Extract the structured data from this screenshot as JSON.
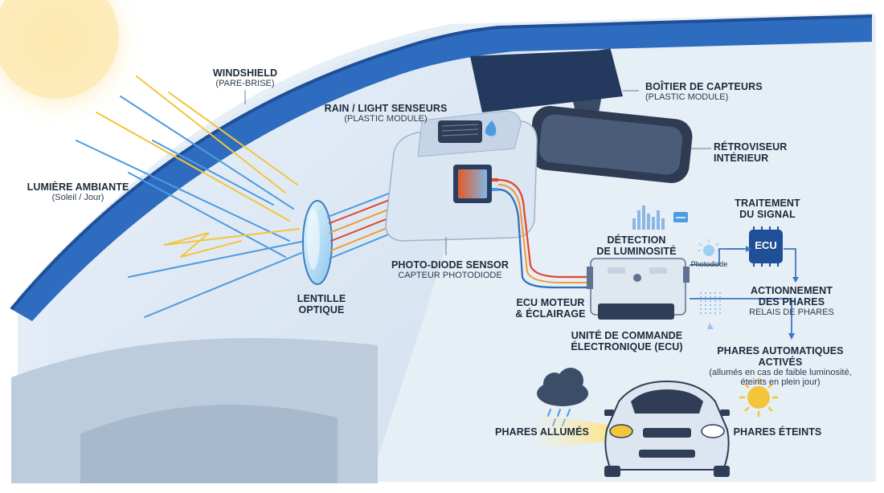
{
  "labels": {
    "windshield": {
      "title": "WINDSHIELD",
      "sub": "(PARE-BRISE)"
    },
    "ambient_light": {
      "title": "LUMIÈRE AMBIANTE",
      "sub": "(Soleil / Jour)"
    },
    "rain_light": {
      "title": "RAIN / LIGHT SENSEURS",
      "sub": "(PLASTIC MODULE)"
    },
    "sensor_housing": {
      "title": "BOÎTIER DE CAPTEURS",
      "sub": "(PLASTIC MODULE)"
    },
    "mirror": {
      "title_1": "RÉTROVISEUR",
      "title_2": "INTÉRIEUR"
    },
    "lens": {
      "title_1": "LENTILLE",
      "title_2": "OPTIQUE"
    },
    "photodiode": {
      "title": "PHOTO-DIODE SENSOR",
      "sub": "CAPTEUR PHOTODIODE"
    },
    "detection": {
      "title_1": "DÉTECTION",
      "title_2": "DE LUMINOSITÉ"
    },
    "signal": {
      "title_1": "TRAITEMENT",
      "title_2": "DU SIGNAL"
    },
    "ecu_chip": "ECU",
    "photodiode_small": "Photodiode",
    "actuation": {
      "title_1": "ACTIONNEMENT",
      "title_2": "DES PHARES",
      "sub": "RELAIS DE PHARES"
    },
    "ecu_motor": {
      "title_1": "ECU MOTEUR",
      "title_2": "& ÉCLAIRAGE"
    },
    "control_unit": {
      "title_1": "UNITÉ DE COMMANDE",
      "title_2": "ÉLECTRONIQUE (ECU)"
    },
    "auto_headlights": {
      "title": "PHARES AUTOMATIQUES ACTIVÉS",
      "sub_1": "(allumés en cas de faible luminosité,",
      "sub_2": "éteints en plein jour)"
    },
    "headlights_on": "PHARES ALLUMÉS",
    "headlights_off": "PHARES ÉTEINTS"
  },
  "icons": [
    "sun-icon",
    "rain-cloud-icon",
    "car-front-icon",
    "ecu-chip-icon",
    "photodiode-icon",
    "small-sun-icon",
    "signal-bars-icon"
  ],
  "colors": {
    "windshield_frame": "#2e6cc0",
    "light_ray_yellow": "#f3c53a",
    "light_ray_blue": "#4d9be0",
    "beam_red": "#e0452b",
    "beam_orange": "#f09a32",
    "sky": "#e8f0f8",
    "label_text": "#1d2a3a"
  }
}
